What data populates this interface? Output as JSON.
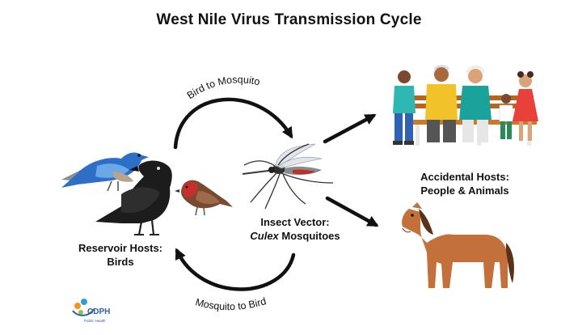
{
  "title": "West Nile Virus Transmission Cycle",
  "arc_labels": {
    "top": "Bird to Mosquito",
    "bottom": "Mosquito to Bird"
  },
  "reservoir": {
    "line1": "Reservoir Hosts:",
    "line2": "Birds"
  },
  "vector": {
    "line1": "Insect Vector:",
    "line2_italic": "Culex",
    "line2_rest": " Mosquitoes"
  },
  "accidental": {
    "line1": "Accidental Hosts:",
    "line2": "People & Animals"
  },
  "logo": {
    "text": "CDPH",
    "subtext": "Public Health"
  },
  "icons": [
    "blue-bird-icon",
    "crow-icon",
    "finch-icon",
    "mosquito-icon",
    "people-bench-icon",
    "horse-icon",
    "cdph-logo"
  ]
}
